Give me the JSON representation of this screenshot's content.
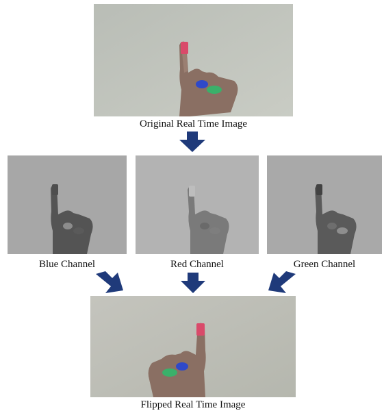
{
  "captions": {
    "original": "Original Real Time Image",
    "blue": "Blue Channel",
    "red": "Red Channel",
    "green": "Green Channel",
    "flipped": "Flipped Real Time Image"
  },
  "colors": {
    "arrow": "#1f3a7a",
    "marker_red": "#d94a6a",
    "marker_blue": "#2f49c9",
    "marker_green": "#3ab06a"
  }
}
